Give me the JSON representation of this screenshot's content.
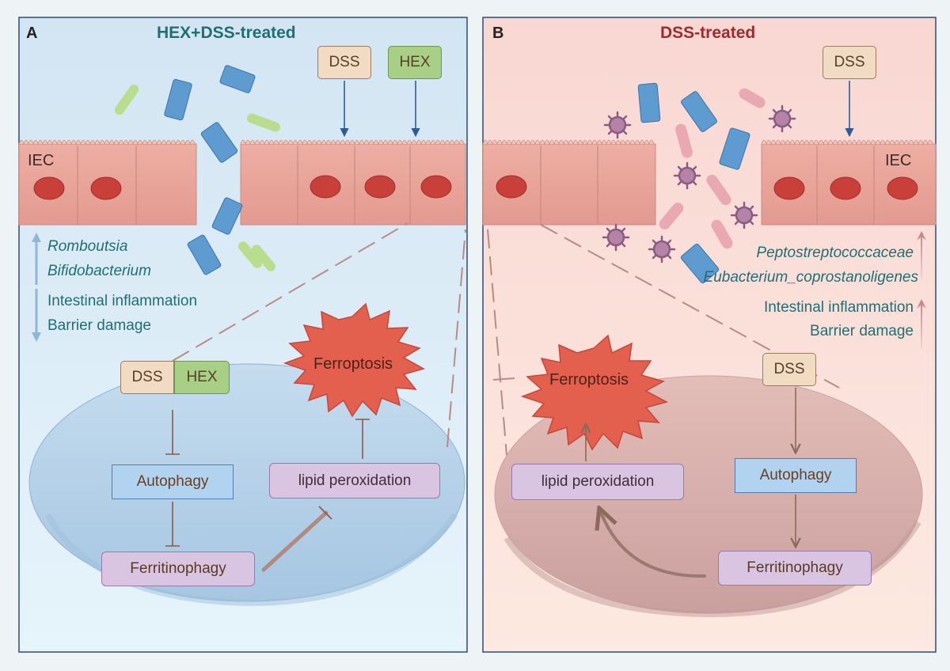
{
  "panel_a": {
    "letter": "A",
    "title": "HEX+DSS-treated",
    "iec_label": "IEC",
    "top_dss": "DSS",
    "top_hex": "HEX",
    "bacteria": [
      "Romboutsia",
      "Bifidobacterium"
    ],
    "bacteria_trend": "up",
    "effects": [
      "Intestinal inflammation",
      "Barrier damage"
    ],
    "effects_trend": "down",
    "cell_dss": "DSS",
    "cell_hex": "HEX",
    "autophagy": "Autophagy",
    "ferritinophagy": "Ferritinophagy",
    "lipid": "lipid peroxidation",
    "ferroptosis": "Ferroptosis"
  },
  "panel_b": {
    "letter": "B",
    "title": "DSS-treated",
    "iec_label": "IEC",
    "top_dss": "DSS",
    "bacteria": [
      "Peptostreptococcaceae",
      "Eubacterium_coprostanoligenes"
    ],
    "bacteria_trend": "up",
    "effects": [
      "Intestinal inflammation",
      "Barrier damage"
    ],
    "effects_trend": "up",
    "cell_dss": "DSS",
    "autophagy": "Autophagy",
    "ferritinophagy": "Ferritinophagy",
    "lipid": "lipid peroxidation",
    "ferroptosis": "Ferroptosis"
  },
  "colors": {
    "panel_a_bg": "#d6e7f3",
    "panel_b_bg": "#f9dcd6",
    "cell_fill": "#eaa49a",
    "nucleus": "#c9403a",
    "blue_bacteria": "#5e9bd0",
    "green_bacteria": "#b9dc8d",
    "pink_bacteria": "#e8a9b2",
    "spiky_microbe": "#b583a7",
    "ferroptosis_burst": "#e4604e",
    "cell_a": "#b5d1e8",
    "cell_b": "#d9aeab",
    "up_arrow_b": "#c07f8c",
    "down_arrow_a": "#8fb6d3"
  }
}
